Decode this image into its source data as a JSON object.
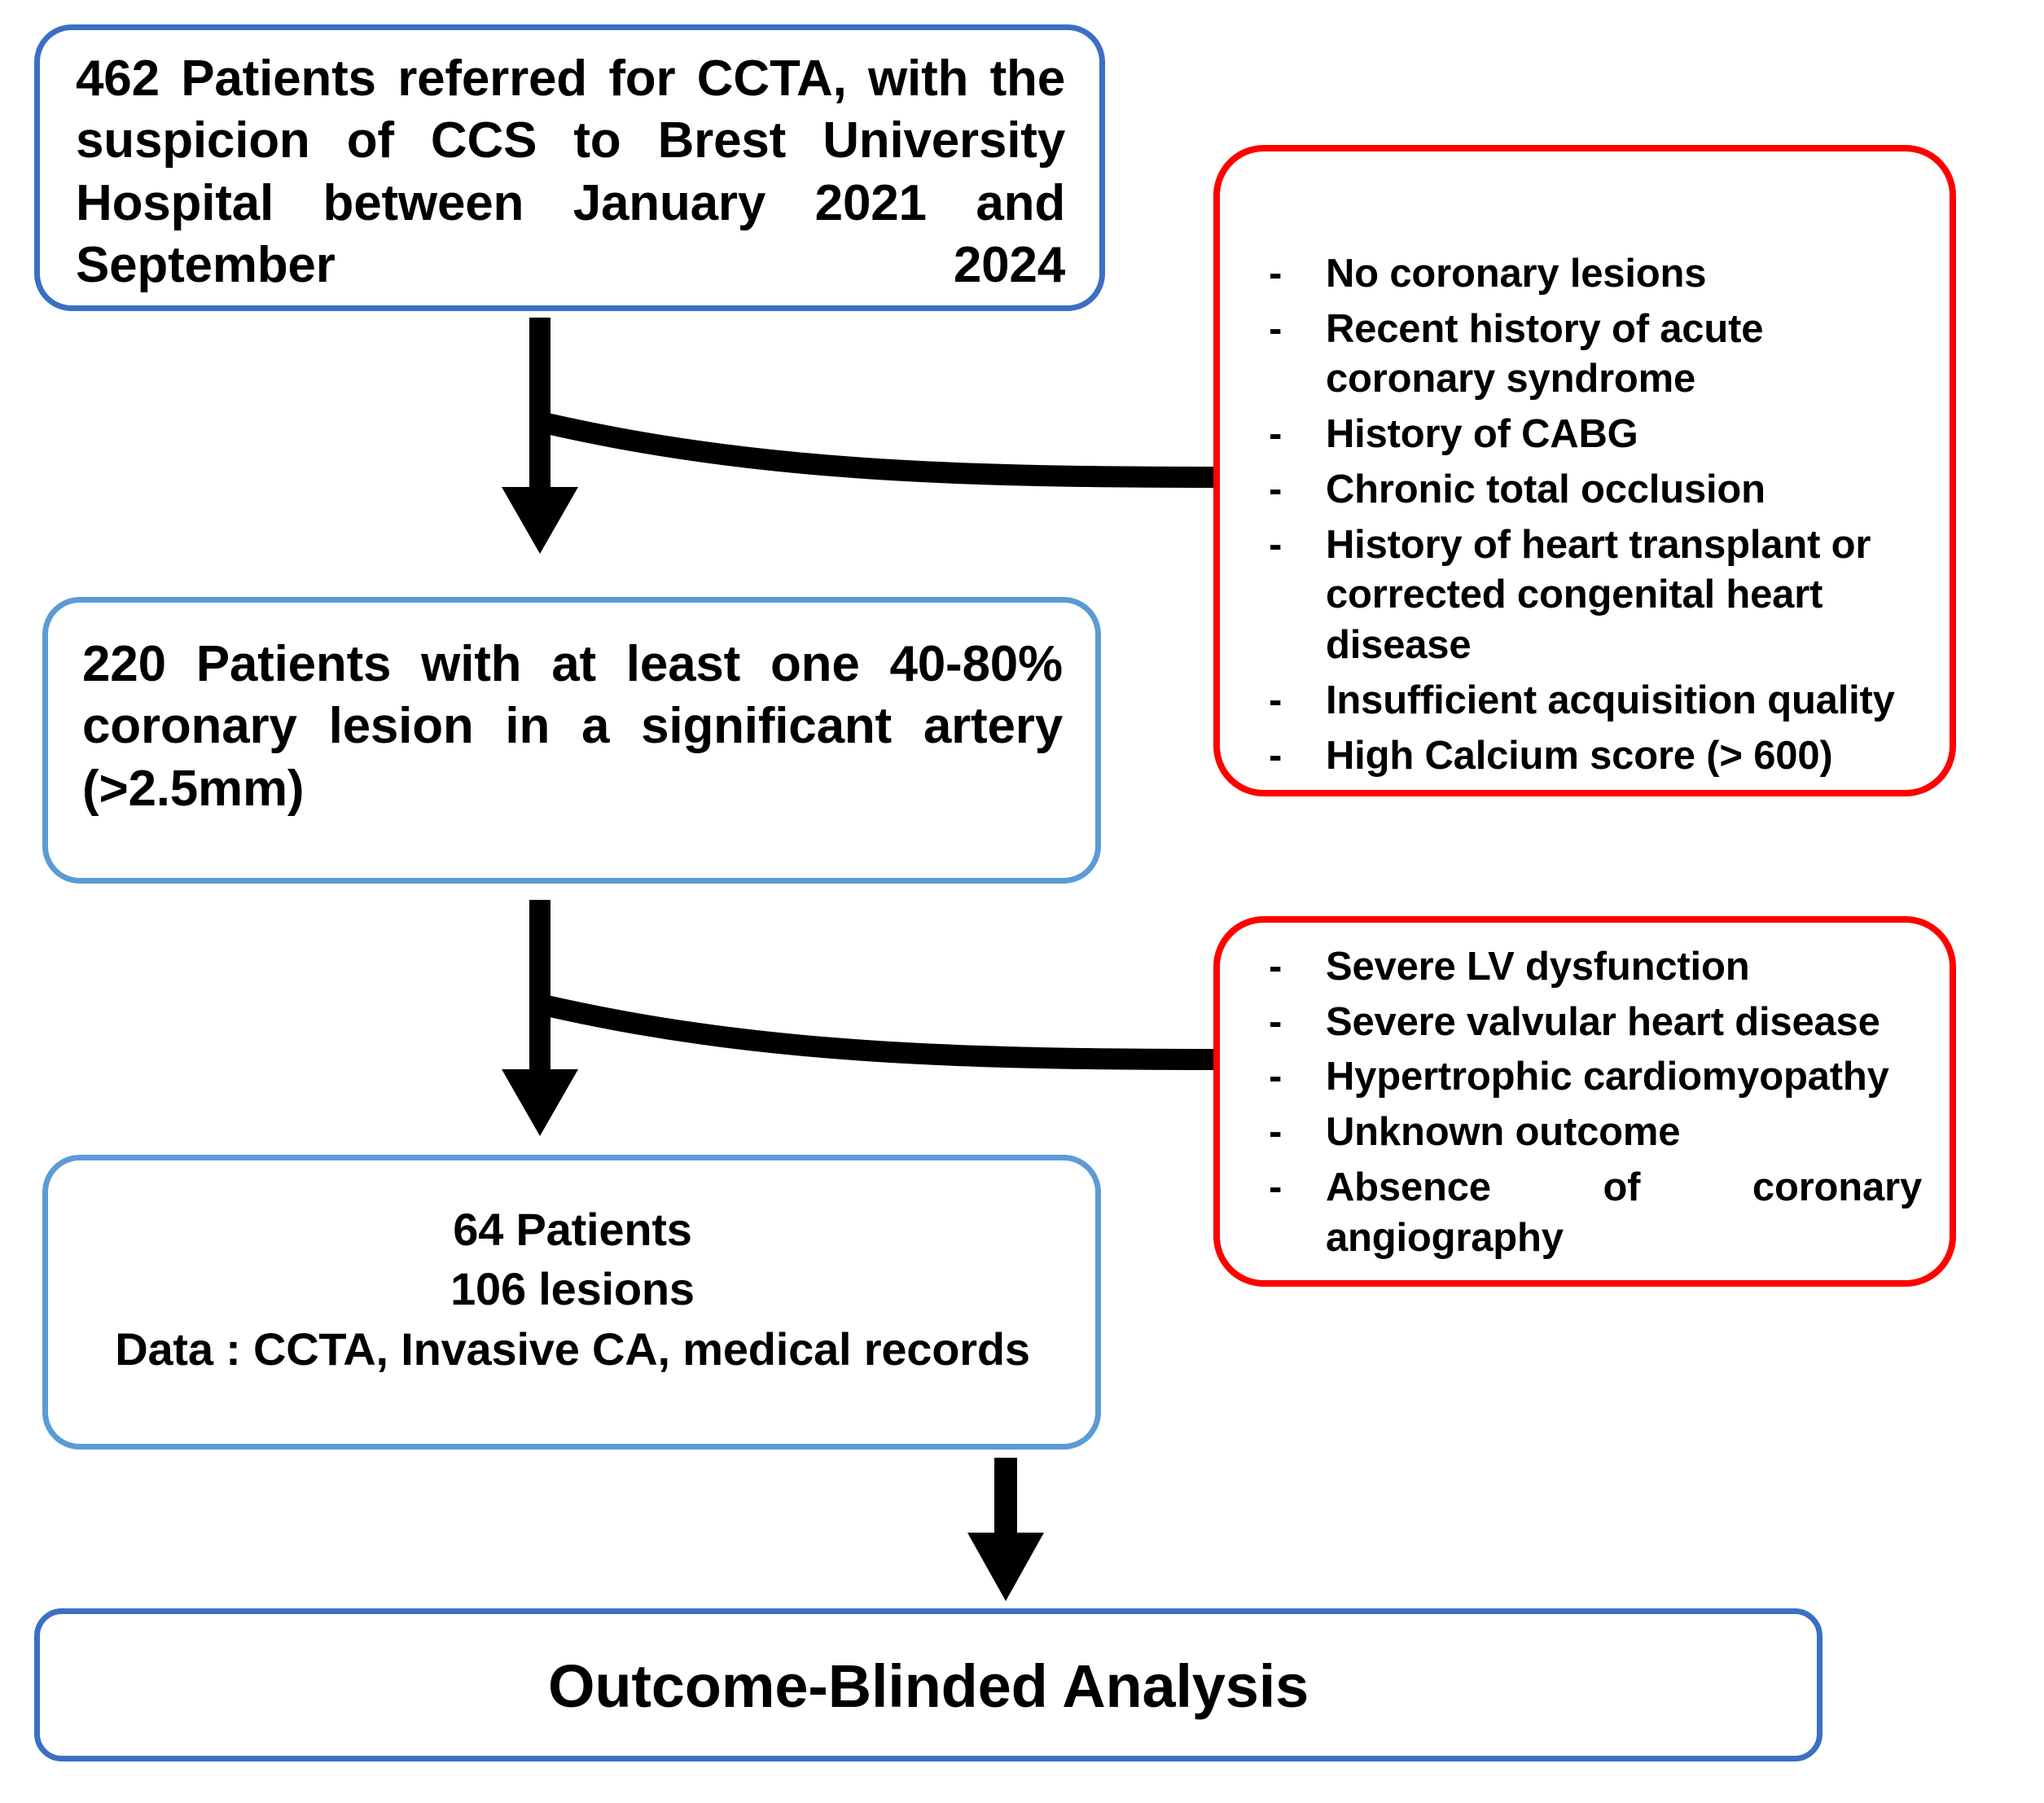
{
  "flowchart": {
    "title_implied": "Patient selection flow diagram",
    "colors": {
      "box_border_blue_dark": "#3B6FC4",
      "box_border_blue_light": "#5B9BD5",
      "exclusion_border_red": "#FE0000",
      "arrow": "#000000",
      "text": "#000000",
      "background": "#FFFFFF"
    },
    "nodes": {
      "cohort_initial": {
        "text": "462 Patients referred for CCTA, with the suspicion of CCS to Brest University Hospital between January 2021 and September 2024",
        "count": 462,
        "border_color": "#3B6FC4"
      },
      "cohort_screened": {
        "text": "220 Patients with at least one 40-80% coronary lesion in a significant artery (>2.5mm)",
        "count": 220,
        "border_color": "#5B9BD5"
      },
      "cohort_final": {
        "line1": "64 Patients",
        "line2": "106 lesions",
        "line3": "Data : CCTA, Invasive CA, medical records",
        "patients": 64,
        "lesions": 106,
        "border_color": "#5B9BD5"
      },
      "outcome": {
        "text": "Outcome-Blinded Analysis",
        "border_color": "#3B6FC4"
      }
    },
    "exclusions_1": {
      "bullet_marker": "-",
      "items": [
        "No coronary lesions",
        "Recent history of acute coronary syndrome",
        "History of CABG",
        "Chronic total occlusion",
        "History of heart transplant or corrected congenital heart disease",
        "Insufficient acquisition quality",
        "High Calcium score (> 600)"
      ]
    },
    "exclusions_2": {
      "bullet_marker": "-",
      "items": [
        "Severe LV dysfunction",
        "Severe valvular heart disease",
        "Hypertrophic cardiomyopathy",
        "Unknown outcome",
        "Absence of coronary angiography"
      ]
    },
    "arrows": [
      {
        "name": "initial-to-screened",
        "type": "down"
      },
      {
        "name": "initial-to-exclusions-1",
        "type": "curved-right"
      },
      {
        "name": "screened-to-final",
        "type": "down"
      },
      {
        "name": "screened-to-exclusions-2",
        "type": "curved-right"
      },
      {
        "name": "final-to-outcome",
        "type": "down"
      }
    ]
  }
}
